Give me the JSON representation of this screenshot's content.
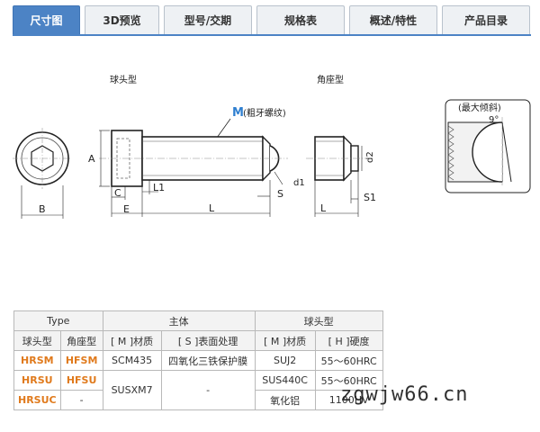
{
  "tabs": [
    {
      "label": "尺寸图"
    },
    {
      "label": "3D预览"
    },
    {
      "label": "型号/交期"
    },
    {
      "label": "规格表"
    },
    {
      "label": "概述/特性"
    },
    {
      "label": "产品目录"
    }
  ],
  "drawing": {
    "label_ball_type": "球头型",
    "label_angle_type": "角座型",
    "label_M": "M",
    "label_thread": "(粗牙螺纹)",
    "label_max_tilt": "(最大倾斜)",
    "label_angle": "9°",
    "dim_A": "A",
    "dim_B": "B",
    "dim_C": "C",
    "dim_E": "E",
    "dim_L1": "L1",
    "dim_L": "L",
    "dim_S": "S",
    "dim_d1": "d1",
    "dim_d2": "d2",
    "dim_L_right": "L",
    "dim_S1": "S1"
  },
  "table": {
    "header_type": "Type",
    "header_main": "主体",
    "header_ball": "球头型",
    "col_ball_type": "球头型",
    "col_angle_type": "角座型",
    "col_M_material": "[ M ]材质",
    "col_S_surface": "[ S ]表面处理",
    "col_M_material2": "[ M ]材质",
    "col_H_hardness": "[ H ]硬度",
    "rows": [
      {
        "ball": "HRSM",
        "angle": "HFSM",
        "material": "SCM435",
        "surface": "四氧化三铁保护膜",
        "ball_material": "SUJ2",
        "hardness": "55～60HRC"
      },
      {
        "ball": "HRSU",
        "angle": "HFSU",
        "material": "SUSXM7",
        "surface": "-",
        "ball_material": "SUS440C",
        "hardness": "55～60HRC"
      },
      {
        "ball": "HRSUC",
        "angle": "-",
        "material": "",
        "surface": "",
        "ball_material": "氧化铝",
        "hardness": "1100HV"
      }
    ]
  },
  "watermark": "zgwjw66.cn"
}
